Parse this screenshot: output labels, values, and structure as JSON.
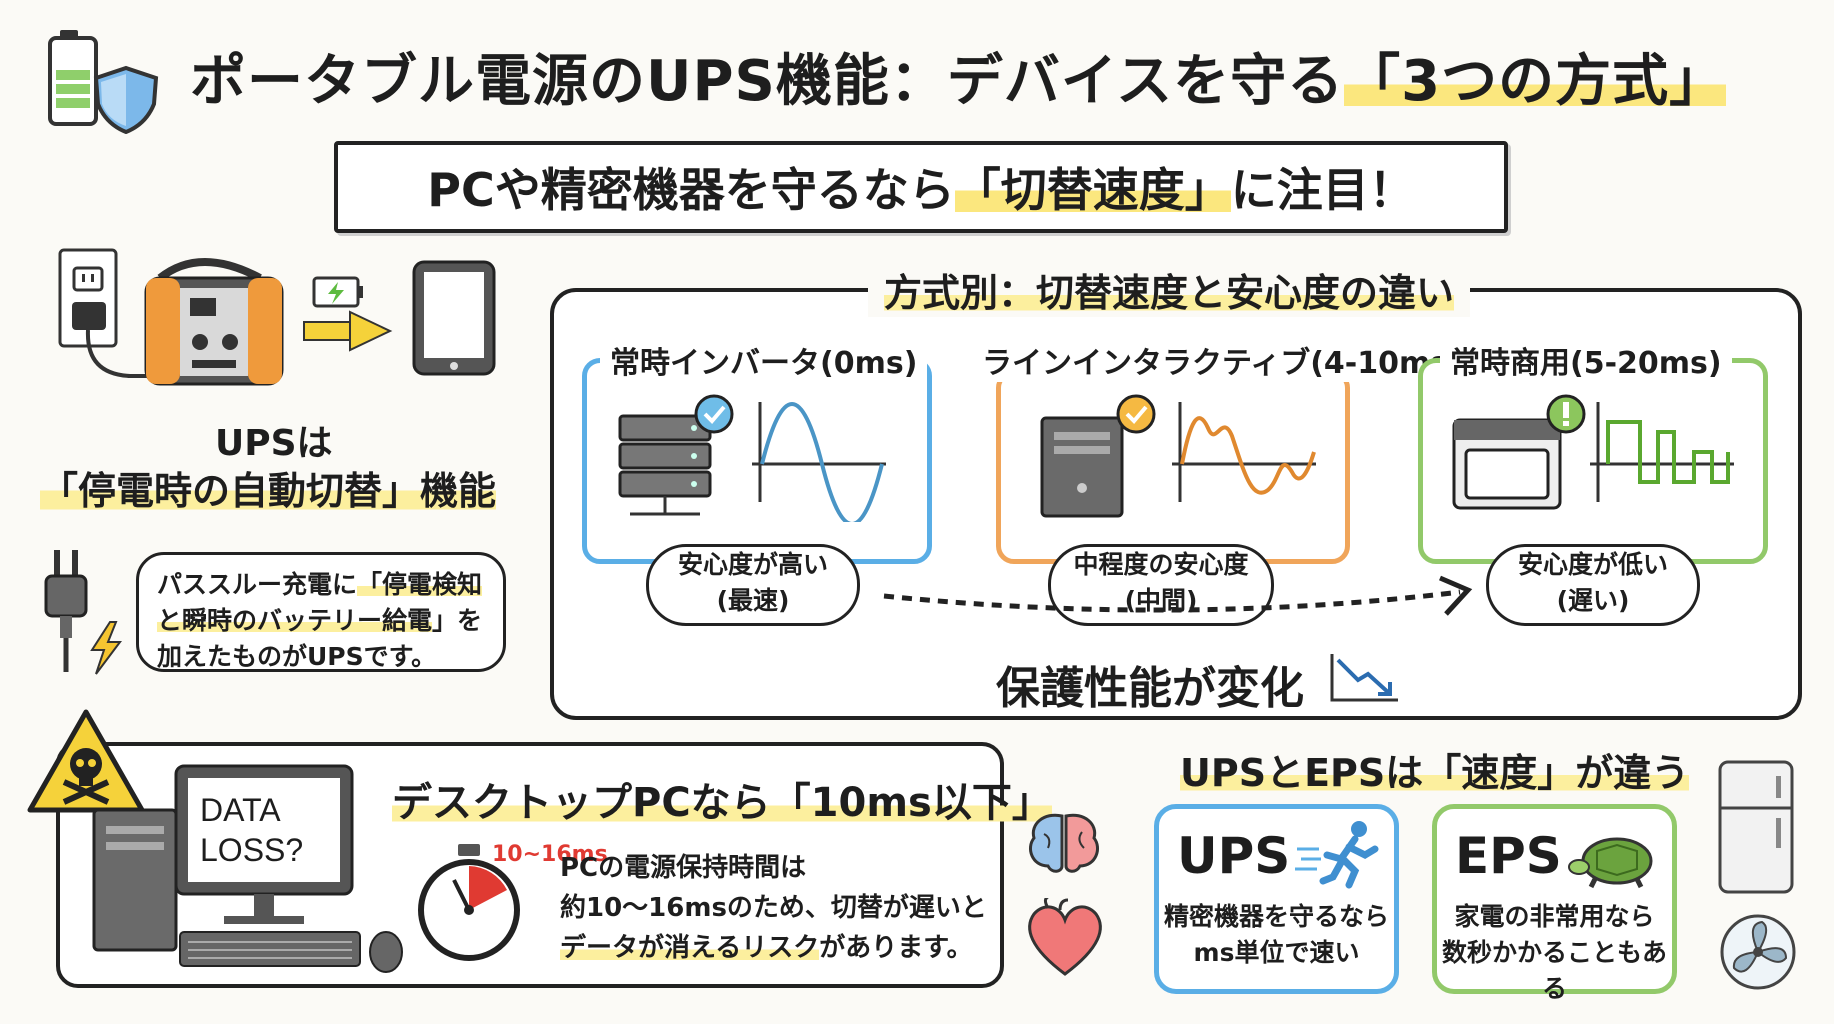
{
  "title": {
    "main": "ポータブル電源のUPS機能：デバイスを守る",
    "highlight": "「3つの方式」"
  },
  "subtitle": {
    "before": "PCや精密機器を守るなら",
    "highlight": "「切替速度」",
    "after": "に注目！"
  },
  "ups_intro": {
    "line1": "UPSは",
    "line2": "「停電時の自動切替」機能"
  },
  "passthrough": {
    "t1": "パススルー充電に",
    "h1": "「停電検知",
    "h2": "と瞬時のバッテリー給電",
    "t2": "」を",
    "t3": "加えたものがUPSです。"
  },
  "comparison": {
    "title": "方式別：切替速度と安心度の違い",
    "modes": [
      {
        "label": "常時インバータ(0ms)",
        "bubble1": "安心度が高い",
        "bubble2": "(最速)",
        "color": "#5aaee6"
      },
      {
        "label": "ラインインタラクティブ(4-10ms)",
        "bubble1": "中程度の安心度",
        "bubble2": "(中間)",
        "color": "#f0a55a"
      },
      {
        "label": "常時商用(5-20ms)",
        "bubble1": "安心度が低い",
        "bubble2": "(遅い)",
        "color": "#92c96a"
      }
    ],
    "flow_label": "保護性能が変化"
  },
  "data_loss": {
    "screen_line1": "DATA",
    "screen_line2": "LOSS?",
    "heading": "デスクトップPCなら「10ms以下」",
    "timer_label": "10~16ms",
    "line1": "PCの電源保持時間は",
    "line2": "約10～16msのため、切替が遅いと",
    "line3_highlight": "データが消えるリスク",
    "line3_rest": "があります。"
  },
  "ups_vs_eps": {
    "title": "UPSとEPSは「速度」が違う",
    "ups": {
      "name": "UPS",
      "text1": "精密機器を守るなら",
      "text2": "ms単位で速い",
      "color": "#5aaee6"
    },
    "eps": {
      "name": "EPS",
      "text1": "家電の非常用なら",
      "text2": "数秒かかることもある",
      "color": "#92c96a"
    }
  },
  "colors": {
    "highlight": "#fbe77e",
    "warning": "#f5d23a",
    "orange": "#ef9a3c",
    "red": "#e03a32"
  }
}
